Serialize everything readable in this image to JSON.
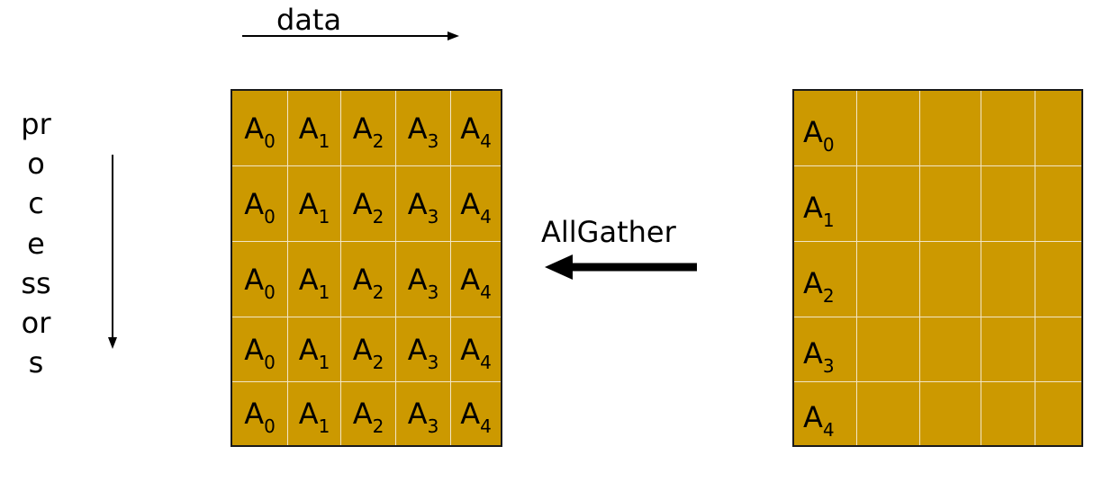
{
  "labels": {
    "data": "data",
    "processors": "processors",
    "operation": "AllGather"
  },
  "left_grid": {
    "rows": [
      [
        {
          "base": "A",
          "sub": "0"
        },
        {
          "base": "A",
          "sub": "1"
        },
        {
          "base": "A",
          "sub": "2"
        },
        {
          "base": "A",
          "sub": "3"
        },
        {
          "base": "A",
          "sub": "4"
        }
      ],
      [
        {
          "base": "A",
          "sub": "0"
        },
        {
          "base": "A",
          "sub": "1"
        },
        {
          "base": "A",
          "sub": "2"
        },
        {
          "base": "A",
          "sub": "3"
        },
        {
          "base": "A",
          "sub": "4"
        }
      ],
      [
        {
          "base": "A",
          "sub": "0"
        },
        {
          "base": "A",
          "sub": "1"
        },
        {
          "base": "A",
          "sub": "2"
        },
        {
          "base": "A",
          "sub": "3"
        },
        {
          "base": "A",
          "sub": "4"
        }
      ],
      [
        {
          "base": "A",
          "sub": "0"
        },
        {
          "base": "A",
          "sub": "1"
        },
        {
          "base": "A",
          "sub": "2"
        },
        {
          "base": "A",
          "sub": "3"
        },
        {
          "base": "A",
          "sub": "4"
        }
      ],
      [
        {
          "base": "A",
          "sub": "0"
        },
        {
          "base": "A",
          "sub": "1"
        },
        {
          "base": "A",
          "sub": "2"
        },
        {
          "base": "A",
          "sub": "3"
        },
        {
          "base": "A",
          "sub": "4"
        }
      ]
    ]
  },
  "right_grid": {
    "rows": [
      [
        {
          "base": "A",
          "sub": "0"
        },
        null,
        null,
        null,
        null
      ],
      [
        {
          "base": "A",
          "sub": "1"
        },
        null,
        null,
        null,
        null
      ],
      [
        {
          "base": "A",
          "sub": "2"
        },
        null,
        null,
        null,
        null
      ],
      [
        {
          "base": "A",
          "sub": "3"
        },
        null,
        null,
        null,
        null
      ],
      [
        {
          "base": "A",
          "sub": "4"
        },
        null,
        null,
        null,
        null
      ]
    ]
  },
  "colors": {
    "cell_fill": "#cc9900",
    "grid_line": "#f2e6c6",
    "border": "#1a1a1a",
    "text": "#000000"
  }
}
